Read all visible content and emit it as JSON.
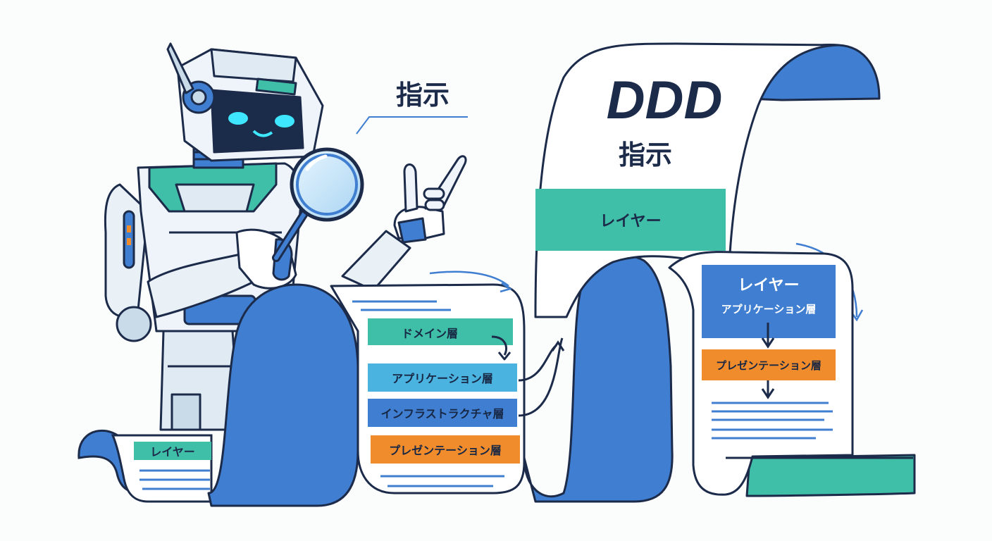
{
  "callout": {
    "text": "指示"
  },
  "main_scroll": {
    "title": "DDD",
    "subtitle": "指示",
    "band_label": "レイヤー"
  },
  "left_scroll": {
    "band_label": "レイヤー"
  },
  "middle_scroll": {
    "layers": [
      {
        "label": "ドメイン層",
        "color": "#3fbfa7"
      },
      {
        "label": "アプリケーション層",
        "color": "#4bb3df"
      },
      {
        "label": "インフラストラクチャ層",
        "color": "#3f7ed0"
      },
      {
        "label": "プレゼンテーション層",
        "color": "#f08c2b"
      }
    ]
  },
  "right_scroll": {
    "header_title": "レイヤー",
    "header_subtitle": "アプリケーション層",
    "orange_label": "プレゼンテーション層"
  },
  "colors": {
    "navy": "#1c2b4a",
    "scroll_blue": "#3f7ed0",
    "teal": "#3fbfa7",
    "orange": "#f08c2b",
    "robot_eyes": "#3ee6ff"
  }
}
